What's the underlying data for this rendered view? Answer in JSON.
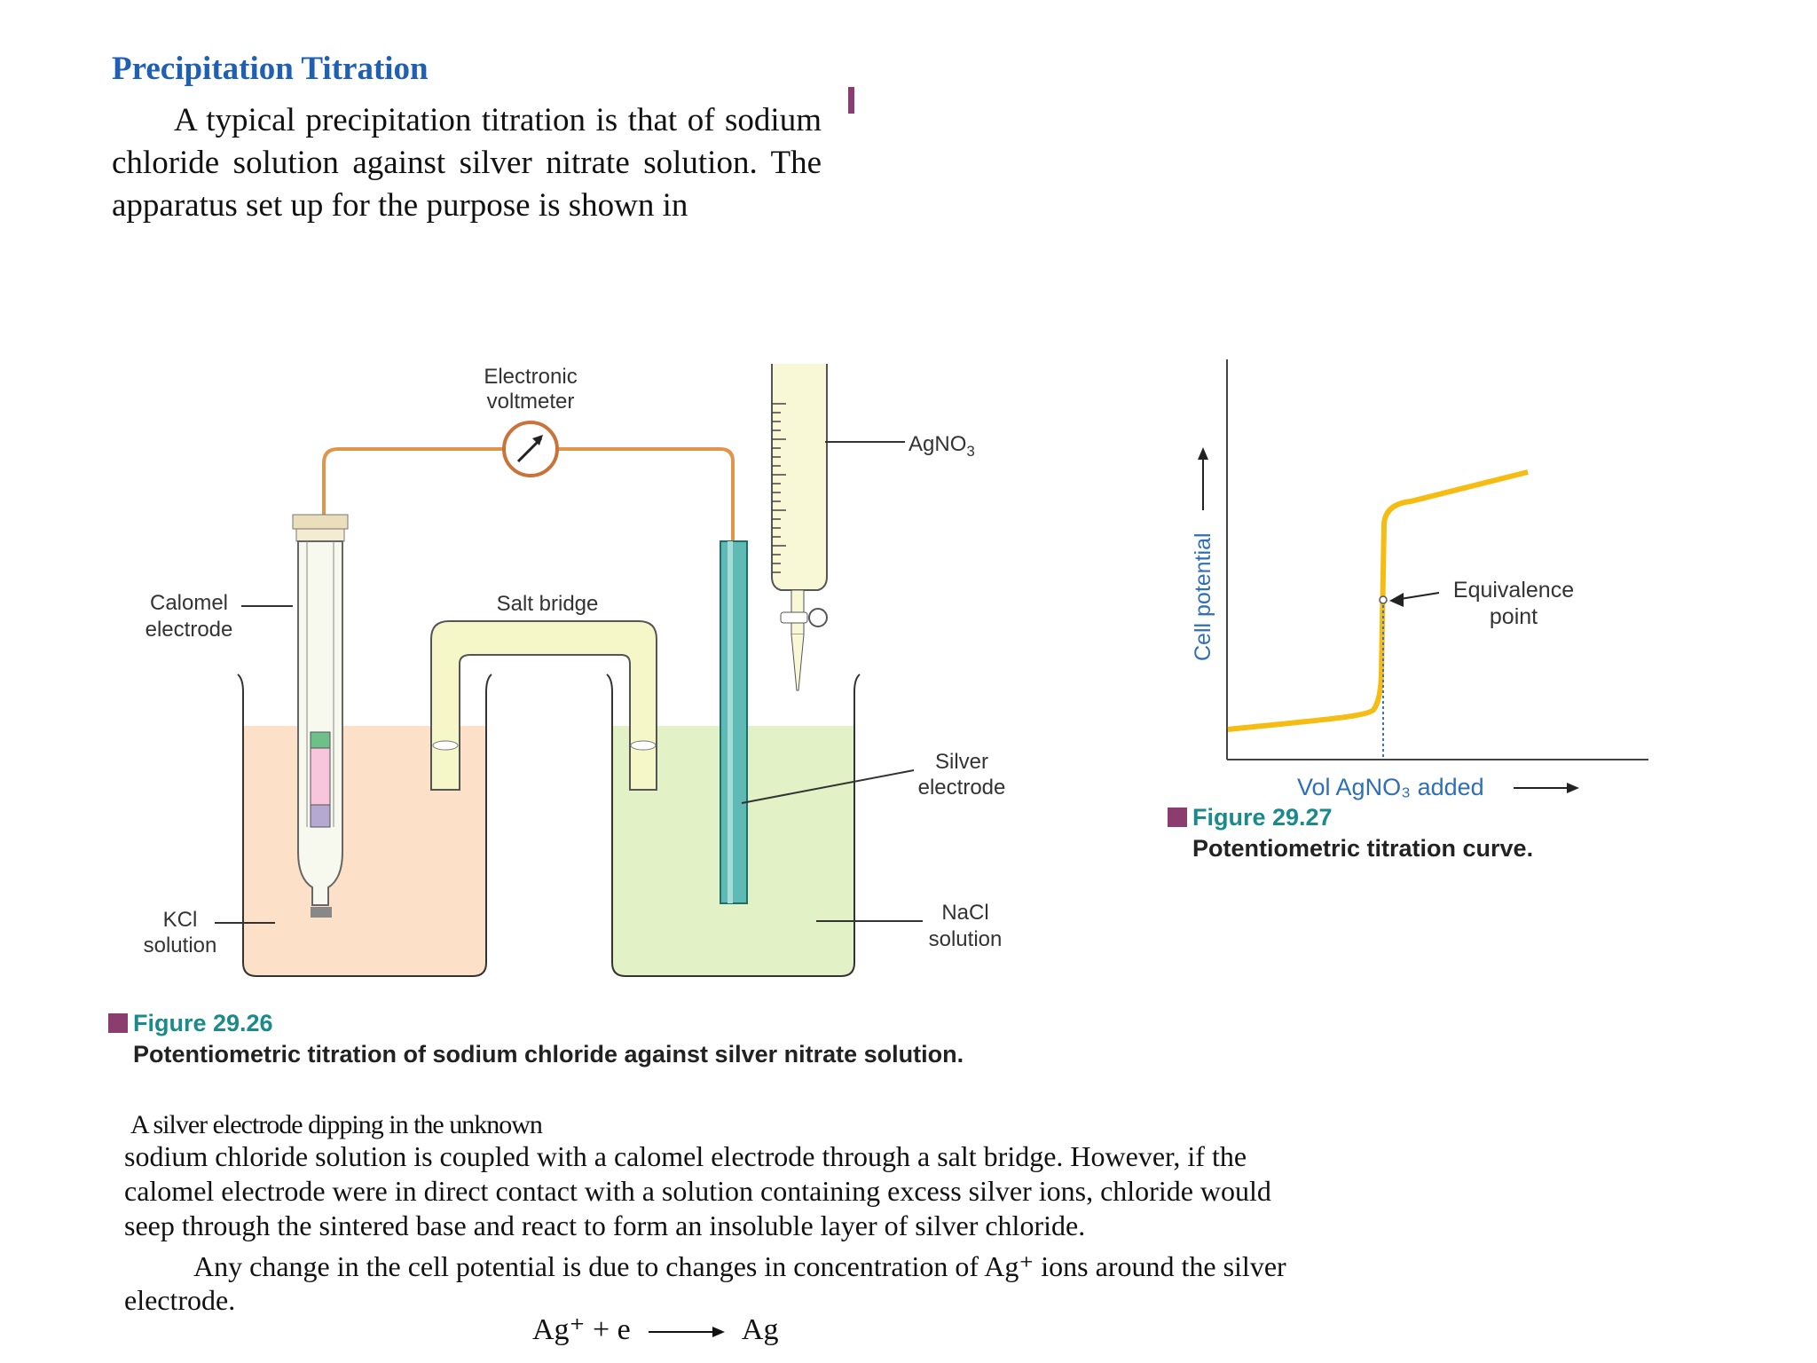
{
  "heading": "Precipitation Titration",
  "intro": "A typical precipitation titration is that of sodium chloride solution against silver nitrate solution. The apparatus set up for the purpose is shown in",
  "fig26": {
    "labels": {
      "voltmeter_1": "Electronic",
      "voltmeter_2": "voltmeter",
      "agno3": "AgNO",
      "agno3_sub": "3",
      "salt_bridge": "Salt bridge",
      "calomel_1": "Calomel",
      "calomel_2": "electrode",
      "silver_1": "Silver",
      "silver_2": "electrode",
      "kcl_1": "KCl",
      "kcl_2": "solution",
      "nacl_1": "NaCl",
      "nacl_2": "solution"
    },
    "caption_title": "Figure 29.26",
    "caption_body": "Potentiometric titration of sodium chloride against silver nitrate solution."
  },
  "fig27": {
    "y_label": "Cell potential",
    "x_label": "Vol AgNO₃ added",
    "annotation_1": "Equivalence",
    "annotation_2": "point",
    "caption_title": "Figure 29.27",
    "caption_body": "Potentiometric titration curve.",
    "curve_color": "#f5bd14"
  },
  "body": {
    "line1": "A silver electrode dipping in the unknown",
    "line2": "sodium chloride solution is coupled with a calomel electrode through a salt bridge. However, if the",
    "line3": "calomel electrode were in direct contact with a solution containing excess silver ions, chloride would",
    "line4": "seep through the sintered base and react to form an insoluble layer of silver chloride.",
    "para2_line1": "Any change in the cell potential is due to changes in concentration of Ag⁺ ions around the silver",
    "para2_line2": "electrode."
  },
  "equation": {
    "lhs": "Ag⁺ + e",
    "rhs": "Ag"
  }
}
